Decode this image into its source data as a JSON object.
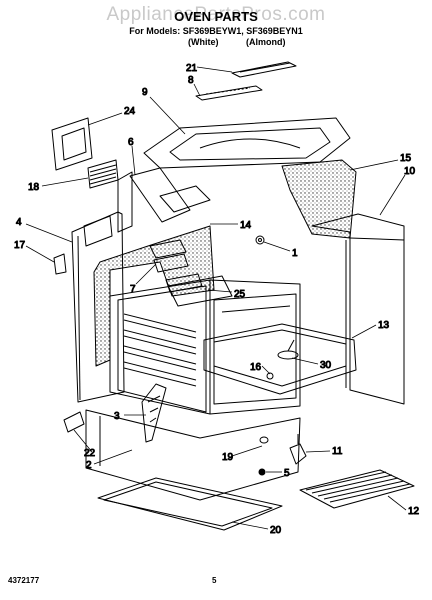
{
  "watermark": "AppliancePartsPros.com",
  "title": "OVEN PARTS",
  "models": "For Models: SF369BEYW1, SF369BEYN1",
  "variants": {
    "white": "(White)",
    "almond": "(Almond)"
  },
  "footer": {
    "doc_number": "4372177",
    "page_number": "5"
  },
  "callouts": [
    {
      "id": "c21",
      "label": "21"
    },
    {
      "id": "c8",
      "label": "8"
    },
    {
      "id": "c9",
      "label": "9"
    },
    {
      "id": "c24",
      "label": "24"
    },
    {
      "id": "c6",
      "label": "6"
    },
    {
      "id": "c18",
      "label": "18"
    },
    {
      "id": "c15",
      "label": "15"
    },
    {
      "id": "c10",
      "label": "10"
    },
    {
      "id": "c4",
      "label": "4"
    },
    {
      "id": "c14",
      "label": "14"
    },
    {
      "id": "c17",
      "label": "17"
    },
    {
      "id": "c1",
      "label": "1"
    },
    {
      "id": "c7",
      "label": "7"
    },
    {
      "id": "c25",
      "label": "25"
    },
    {
      "id": "c13",
      "label": "13"
    },
    {
      "id": "c30",
      "label": "30"
    },
    {
      "id": "c16",
      "label": "16"
    },
    {
      "id": "c3",
      "label": "3"
    },
    {
      "id": "c22",
      "label": "22"
    },
    {
      "id": "c2",
      "label": "2"
    },
    {
      "id": "c19",
      "label": "19"
    },
    {
      "id": "c11",
      "label": "11"
    },
    {
      "id": "c5",
      "label": "5"
    },
    {
      "id": "c12",
      "label": "12"
    },
    {
      "id": "c20",
      "label": "20"
    }
  ]
}
